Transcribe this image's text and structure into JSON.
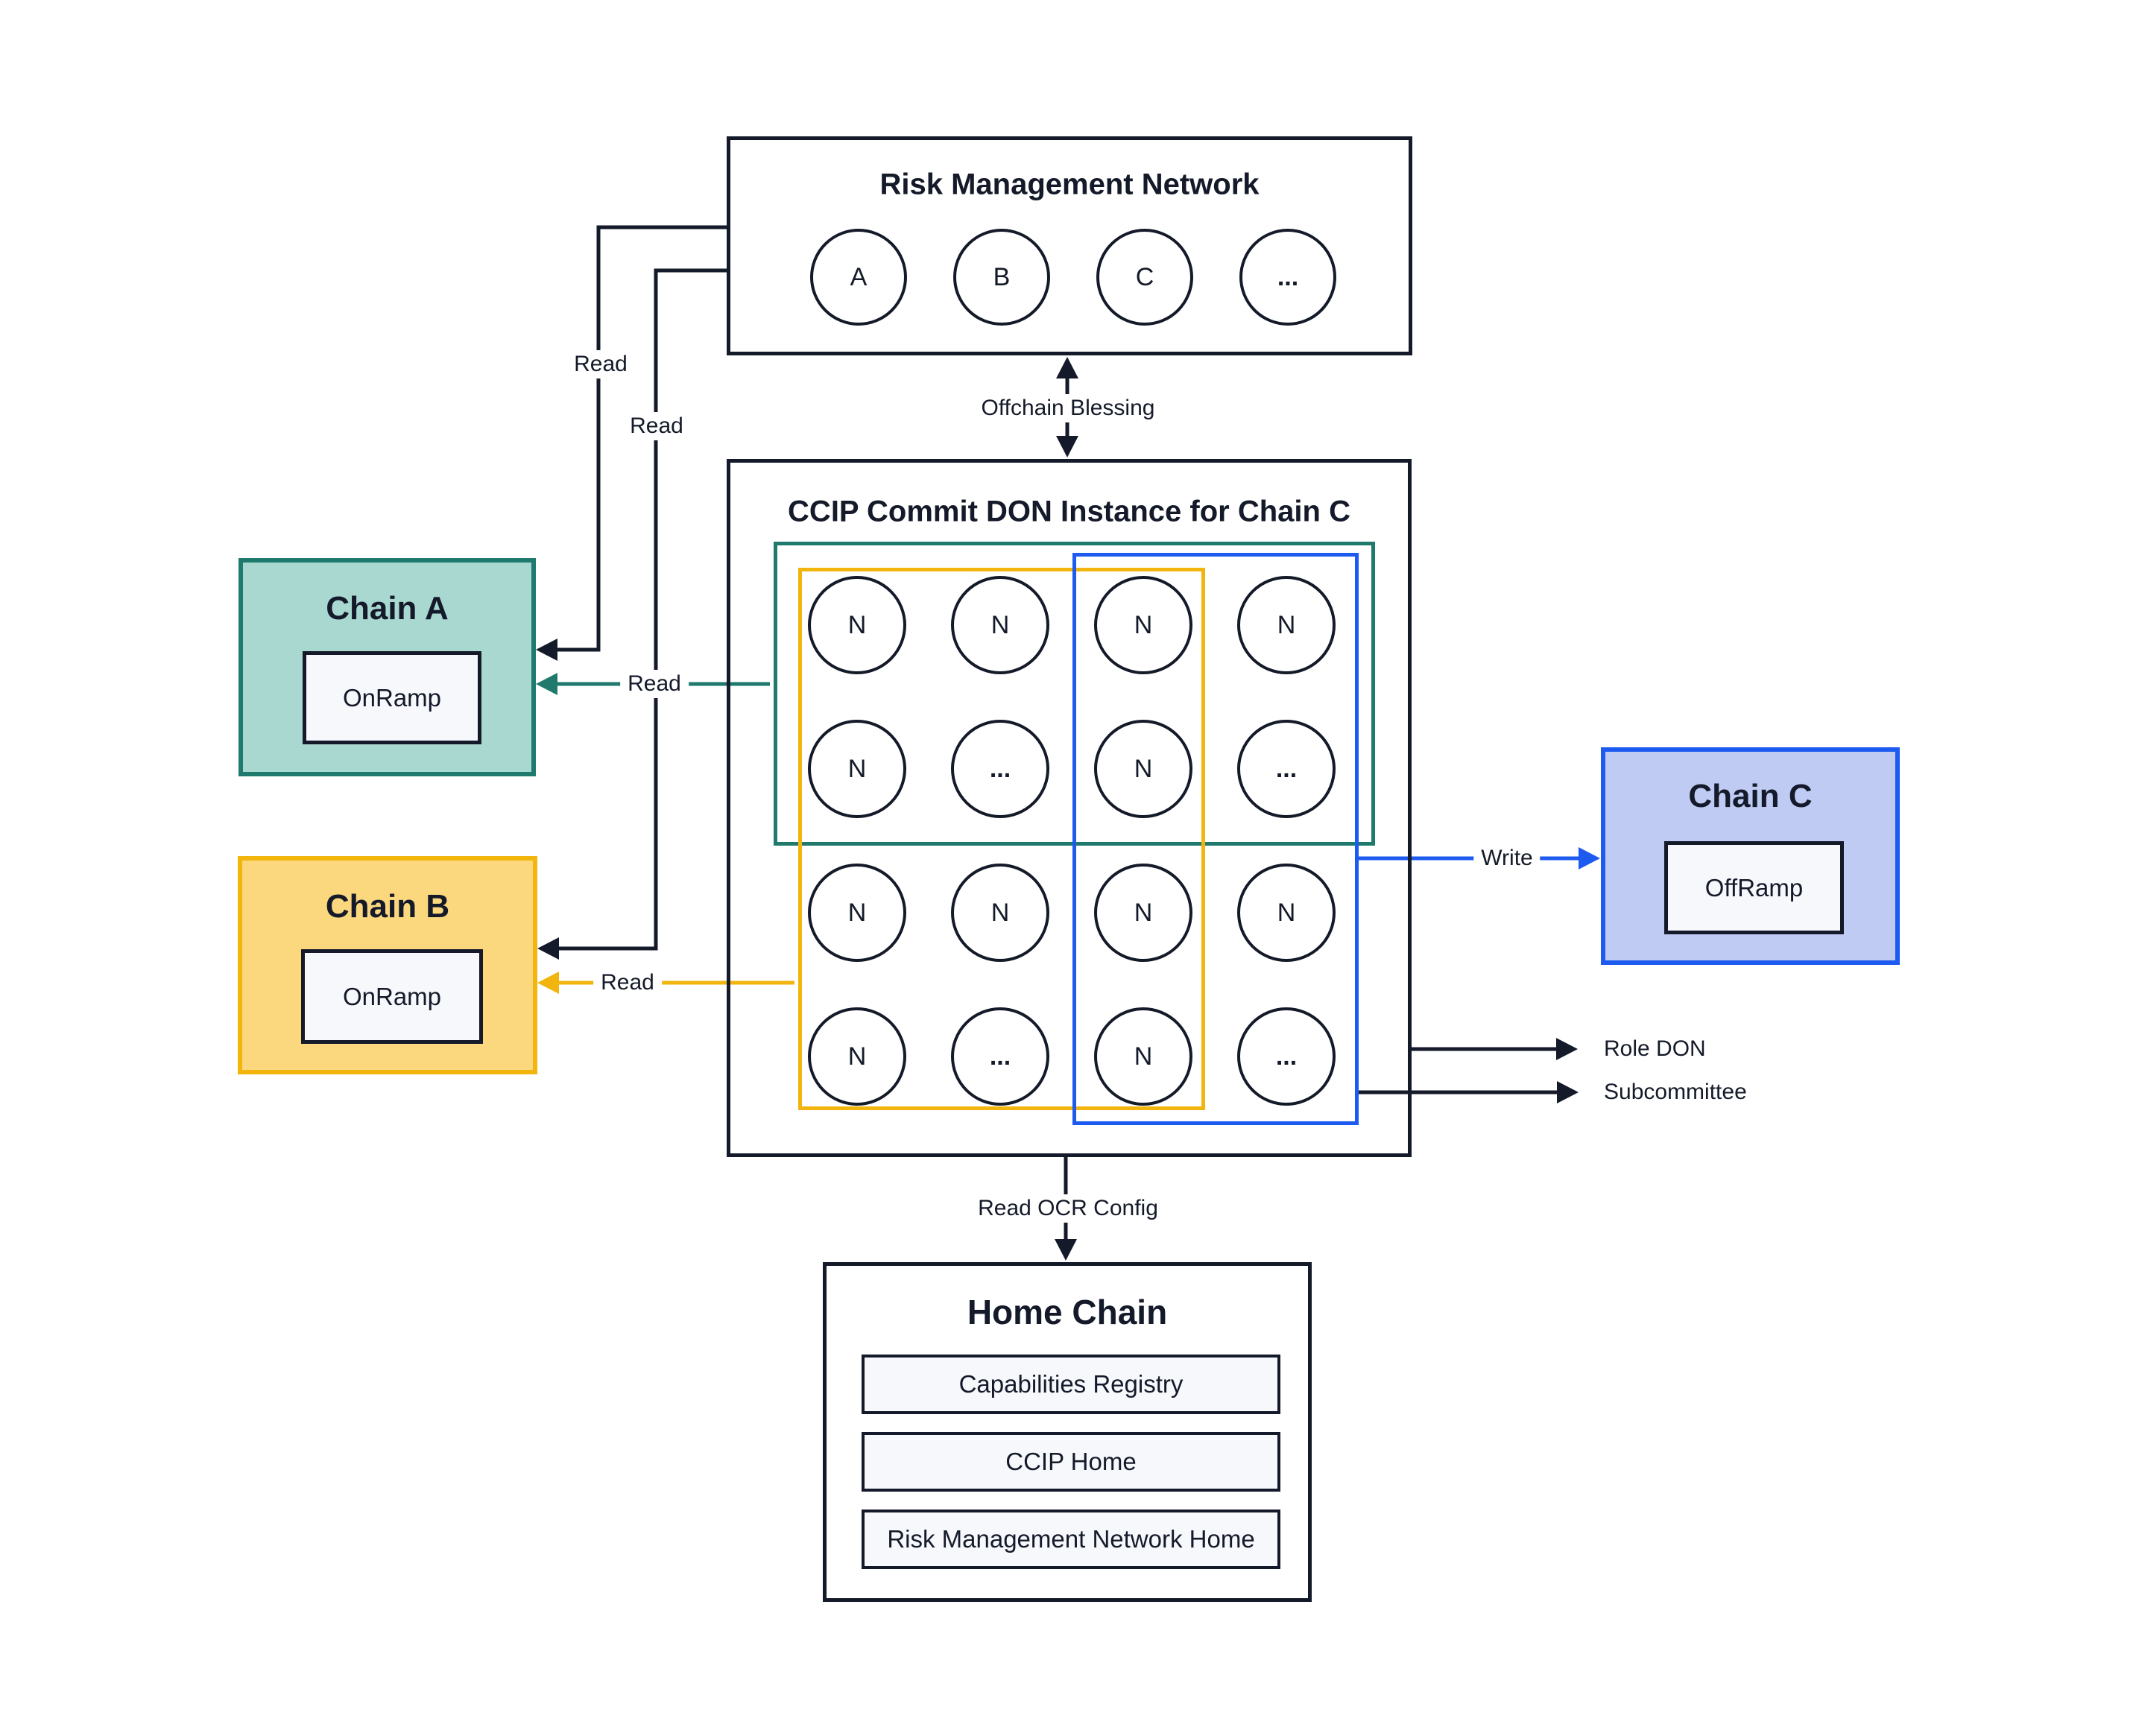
{
  "rmn": {
    "title": "Risk Management Network",
    "nodes": [
      "A",
      "B",
      "C",
      "..."
    ]
  },
  "don": {
    "title": "CCIP Commit DON Instance for Chain C",
    "grid": [
      [
        "N",
        "N",
        "N",
        "N"
      ],
      [
        "N",
        "...",
        "N",
        "..."
      ],
      [
        "N",
        "N",
        "N",
        "N"
      ],
      [
        "N",
        "...",
        "N",
        "..."
      ]
    ]
  },
  "chain_a": {
    "title": "Chain A",
    "contract": "OnRamp"
  },
  "chain_b": {
    "title": "Chain B",
    "contract": "OnRamp"
  },
  "chain_c": {
    "title": "Chain C",
    "contract": "OffRamp"
  },
  "home_chain": {
    "title": "Home Chain",
    "contracts": [
      "Capabilities Registry",
      "CCIP Home",
      "Risk Management Network Home"
    ]
  },
  "labels": {
    "read": "Read",
    "write": "Write",
    "offchain_blessing": "Offchain Blessing",
    "read_ocr_config": "Read OCR Config",
    "role_don": "Role DON",
    "subcommittee": "Subcommittee"
  },
  "colors": {
    "ink": "#141a29",
    "teal_border": "#1f7a6d",
    "teal_fill": "#a9d8d0",
    "yellow_border": "#f2b50d",
    "yellow_fill": "#fbd77e",
    "blue_border": "#1d5af0",
    "blue_fill": "#bfcbf3",
    "panel_fill": "#f6f8fc"
  }
}
